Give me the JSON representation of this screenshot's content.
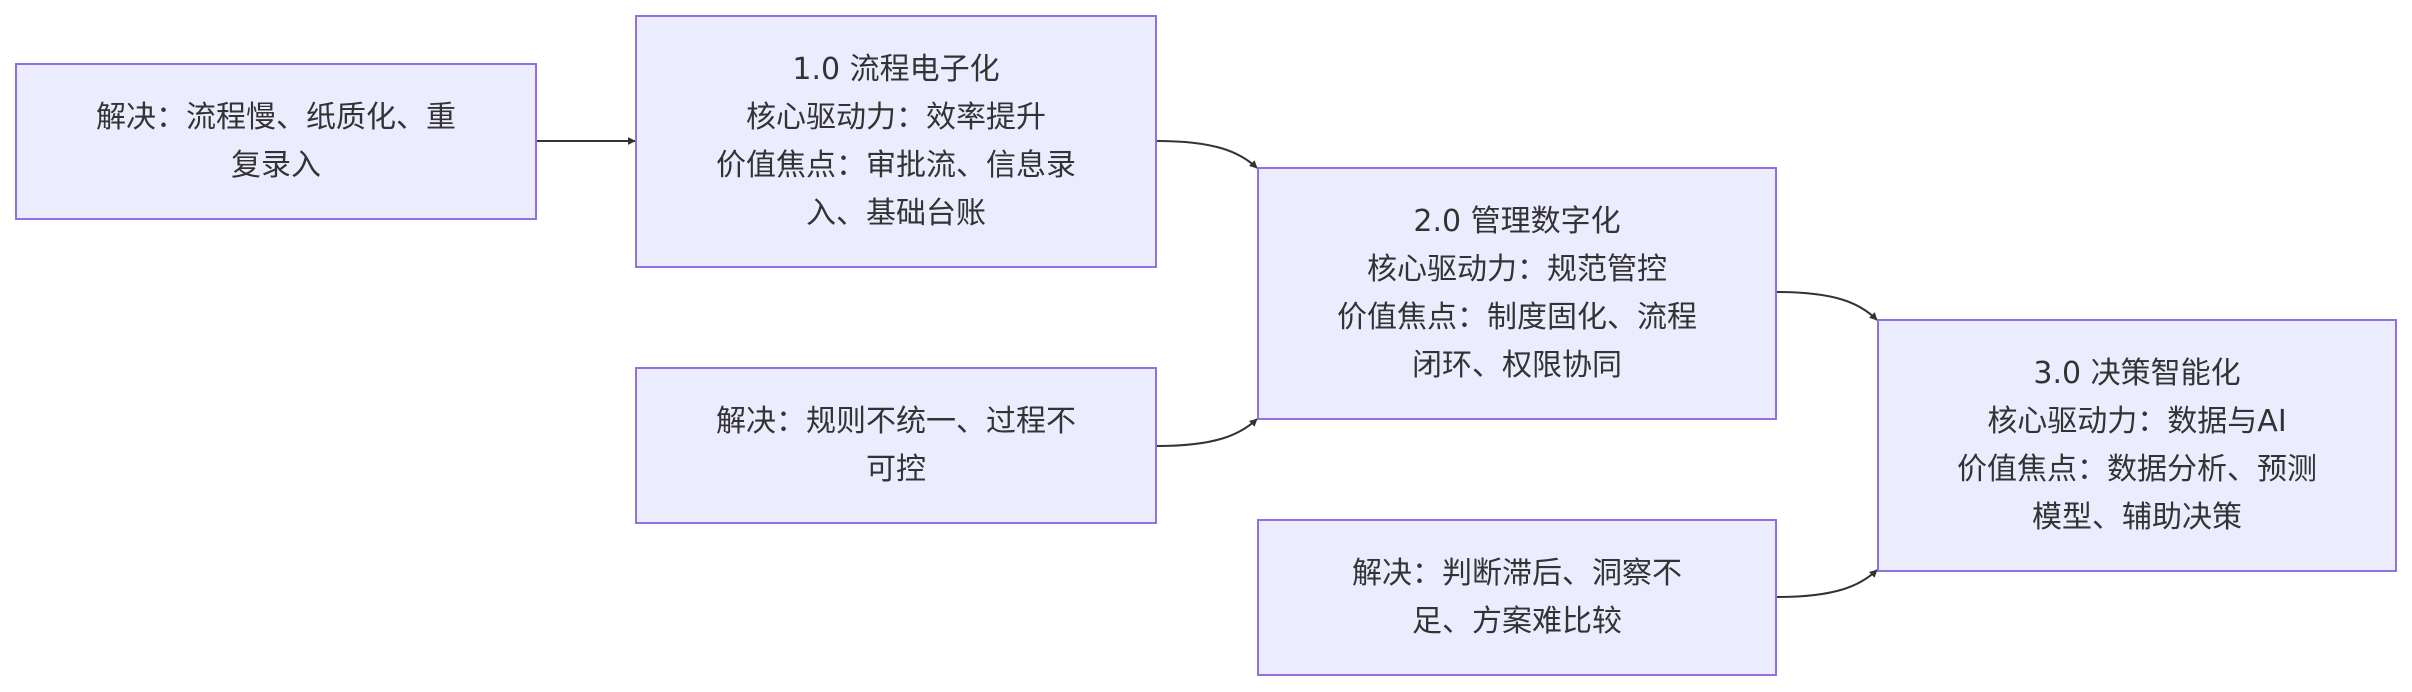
{
  "nodes": {
    "problem1": {
      "lines": [
        "解决：流程慢、纸质化、重",
        "复录入"
      ]
    },
    "stage1": {
      "lines": [
        "1.0 流程电子化",
        "核心驱动力：效率提升",
        "价值焦点：审批流、信息录",
        "入、基础台账"
      ]
    },
    "problem2": {
      "lines": [
        "解决：规则不统一、过程不",
        "可控"
      ]
    },
    "stage2": {
      "lines": [
        "2.0 管理数字化",
        "核心驱动力：规范管控",
        "价值焦点：制度固化、流程",
        "闭环、权限协同"
      ]
    },
    "problem3": {
      "lines": [
        "解决：判断滞后、洞察不",
        "足、方案难比较"
      ]
    },
    "stage3": {
      "lines": [
        "3.0 决策智能化",
        "核心驱动力：数据与AI",
        "价值焦点：数据分析、预测",
        "模型、辅助决策"
      ]
    }
  },
  "colors": {
    "node_fill": "#ececff",
    "node_border": "#9370db",
    "edge": "#333333",
    "text": "#333333"
  }
}
